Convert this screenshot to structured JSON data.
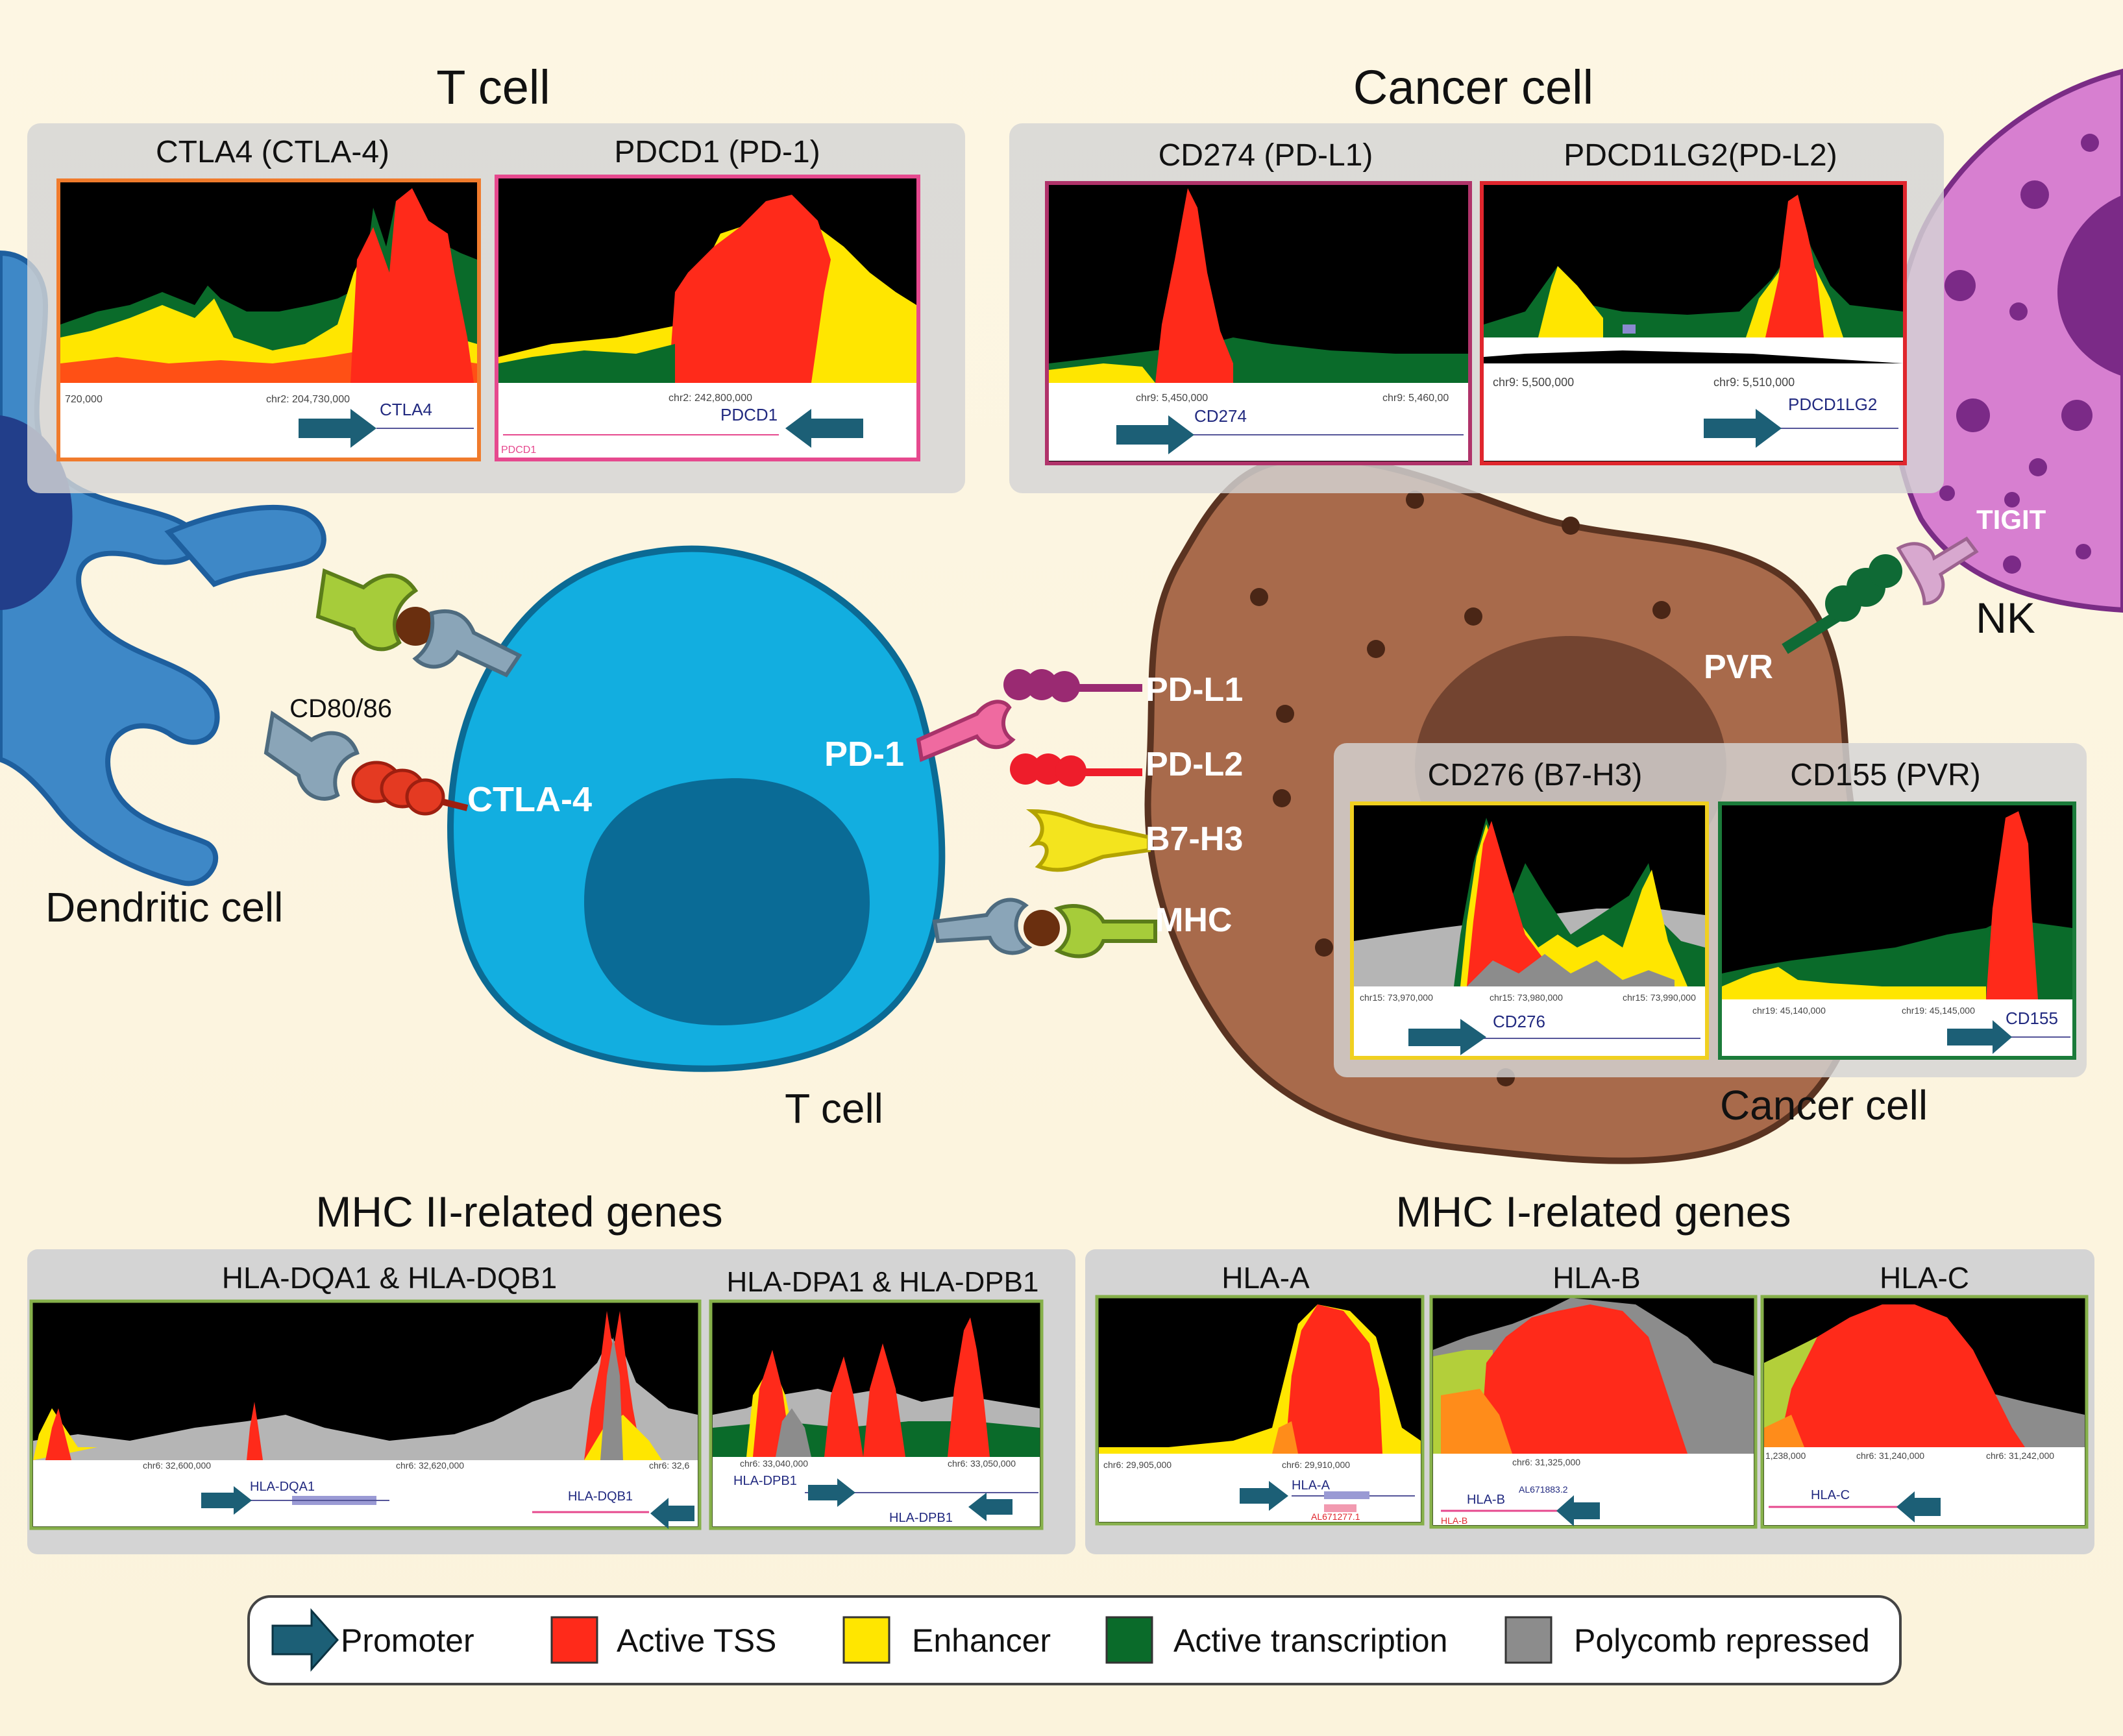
{
  "sections": {
    "tcell_top": "T cell",
    "cancer_top": "Cancer cell",
    "mhc2": "MHC II-related genes",
    "mhc1": "MHC I-related genes"
  },
  "cells": {
    "dendritic": "Dendritic cell",
    "tcell": "T cell",
    "cancer": "Cancer cell",
    "nk": "NK"
  },
  "receptors": {
    "cd8086": "CD80/86",
    "ctla4": "CTLA-4",
    "pd1": "PD-1",
    "pdl1": "PD-L1",
    "pdl2": "PD-L2",
    "b7h3": "B7-H3",
    "mhc": "MHC",
    "pvr": "PVR",
    "tigit": "TIGIT"
  },
  "tracks": {
    "ctla4": {
      "title": "CTLA4 (CTLA-4)",
      "coord1": "720,000",
      "coord2": "chr2: 204,730,000",
      "gene": "CTLA4"
    },
    "pdcd1": {
      "title": "PDCD1 (PD-1)",
      "coord1": "chr2: 242,800,000",
      "gene": "PDCD1",
      "gene2": "PDCD1"
    },
    "cd274": {
      "title": "CD274 (PD-L1)",
      "coord1": "chr9: 5,450,000",
      "coord2": "chr9: 5,460,00",
      "gene": "CD274"
    },
    "pdcd1lg2": {
      "title": "PDCD1LG2(PD-L2)",
      "coord1": "chr9: 5,500,000",
      "coord2": "chr9: 5,510,000",
      "gene": "PDCD1LG2"
    },
    "cd276": {
      "title": "CD276 (B7-H3)",
      "coord1": "chr15: 73,970,000",
      "coord2": "chr15: 73,980,000",
      "coord3": "chr15: 73,990,000",
      "gene": "CD276"
    },
    "cd155": {
      "title": "CD155 (PVR)",
      "coord1": "chr19: 45,140,000",
      "coord2": "chr19: 45,145,000",
      "gene": "CD155"
    },
    "hladq": {
      "title": "HLA-DQA1 & HLA-DQB1",
      "coord1": "chr6: 32,600,000",
      "coord2": "chr6: 32,620,000",
      "coord3": "chr6: 32,6",
      "gene": "HLA-DQA1",
      "gene2": "HLA-DQB1"
    },
    "hladp": {
      "title": "HLA-DPA1 & HLA-DPB1",
      "coord1": "chr6: 33,040,000",
      "coord2": "chr6: 33,050,000",
      "gene": "HLA-DPB1",
      "gene2": "HLA-DPB1"
    },
    "hlaa": {
      "title": "HLA-A",
      "coord1": "chr6: 29,905,000",
      "coord2": "chr6: 29,910,000",
      "gene": "HLA-A",
      "gene2": "AL671277.1"
    },
    "hlab": {
      "title": "HLA-B",
      "coord1": "chr6: 31,325,000",
      "gene": "HLA-B",
      "gene2": "AL671883.2",
      "gene3": "HLA-B"
    },
    "hlac": {
      "title": "HLA-C",
      "coord1": "1,238,000",
      "coord2": "chr6: 31,240,000",
      "coord3": "chr6: 31,242,000",
      "gene": "HLA-C"
    }
  },
  "legend": {
    "promoter": "Promoter",
    "tss": "Active TSS",
    "enhancer": "Enhancer",
    "transcription": "Active transcription",
    "polycomb": "Polycomb repressed"
  },
  "colors": {
    "background": "#fdf6e3",
    "active_tss": "#ff2a1a",
    "enhancer": "#ffe600",
    "active_transcription": "#0a6b2a",
    "polycomb": "#8c8c8c",
    "promoter_arrow": "#1c5f76",
    "tcell": "#12aee0",
    "cancer_cell": "#a86a4b",
    "dendritic_cell": "#3e88c7",
    "nk_cell": "#d77fd0"
  }
}
